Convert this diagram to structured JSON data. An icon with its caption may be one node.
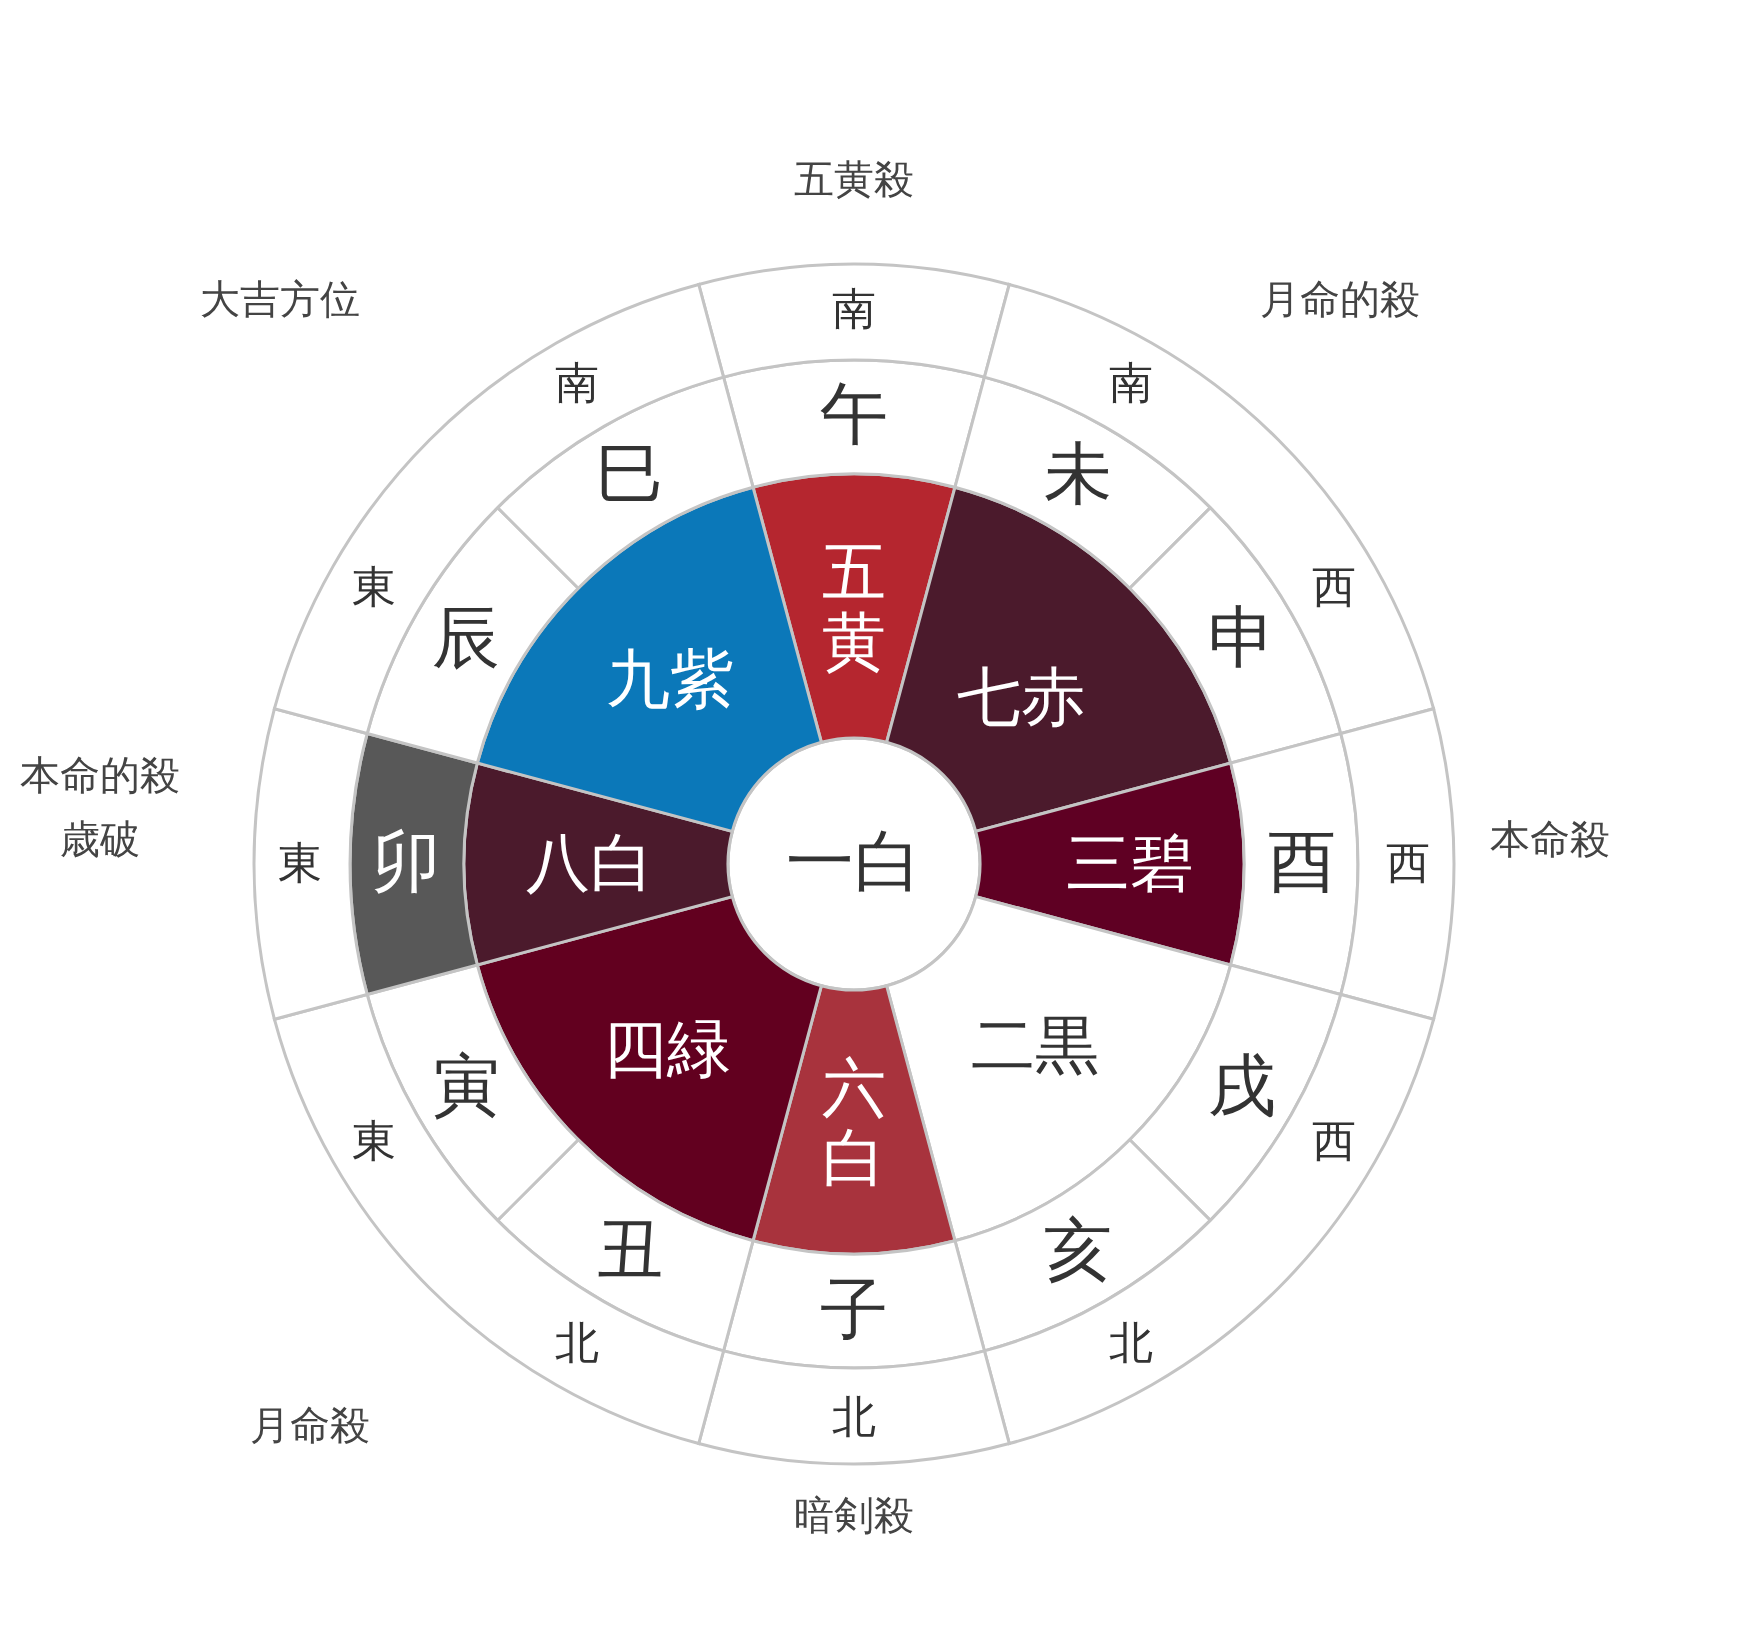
{
  "diagram": {
    "nodes": [
      {
        "text": [
          "一白"
        ]
      },
      {
        "text": [
          "五黄"
        ]
      },
      {
        "text": [
          "七赤"
        ]
      },
      {
        "text": [
          "三碧"
        ]
      },
      {
        "text": [
          "二黒"
        ]
      },
      {
        "text": [
          "六白"
        ]
      },
      {
        "text": [
          "四緑"
        ]
      },
      {
        "text": [
          "八白"
        ]
      },
      {
        "text": [
          "九紫"
        ]
      },
      {
        "text": [
          "午"
        ]
      },
      {
        "text": [
          "未"
        ]
      },
      {
        "text": [
          "申"
        ]
      },
      {
        "text": [
          "酉"
        ]
      },
      {
        "text": [
          "戌"
        ]
      },
      {
        "text": [
          "亥"
        ]
      },
      {
        "text": [
          "子"
        ]
      },
      {
        "text": [
          "丑"
        ]
      },
      {
        "text": [
          "寅"
        ]
      },
      {
        "text": [
          "卯"
        ]
      },
      {
        "text": [
          "辰"
        ]
      },
      {
        "text": [
          "巳"
        ]
      },
      {
        "text": [
          "南"
        ]
      },
      {
        "text": [
          "南",
          "西"
        ]
      },
      {
        "text": [
          "西"
        ]
      },
      {
        "text": [
          "西",
          "北"
        ]
      },
      {
        "text": [
          "北"
        ]
      },
      {
        "text": [
          "東",
          "北"
        ]
      },
      {
        "text": [
          "東"
        ]
      },
      {
        "text": [
          "南",
          "東"
        ]
      }
    ],
    "labels": [
      "五黄殺",
      "大吉方位",
      "月命的殺",
      "本命的殺",
      "歳破",
      "本命殺",
      "月命殺",
      "暗剣殺"
    ]
  }
}
